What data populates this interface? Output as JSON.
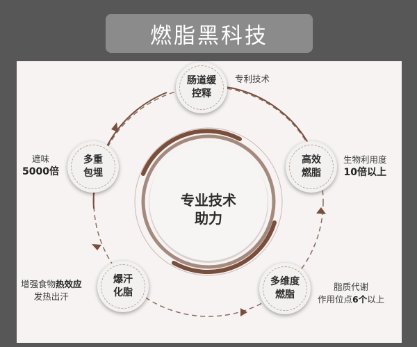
{
  "title": "燃脂黑科技",
  "center": {
    "text": "专业技术\n助力"
  },
  "nodes": {
    "top": "肠道缓\n控释",
    "right": "高效\n燃脂",
    "bottom_right": "多维度\n燃脂",
    "bottom_left": "爆汗\n化脂",
    "left": "多重\n包埋"
  },
  "notes": {
    "top": "专利技术",
    "right_line1": "生物利用度",
    "right_line2": "10倍以上",
    "bottom_right_line1": "脂质代谢",
    "bottom_right_line2_a": "作用位点",
    "bottom_right_line2_b": "6个",
    "bottom_right_line2_c": "以上",
    "bottom_left_line1_a": "增强食物",
    "bottom_left_line1_b": "热效应",
    "bottom_left_line2": "发热出汗",
    "left_line1": "遮味",
    "left_line2": "5000倍"
  },
  "colors": {
    "background": "#575757",
    "title_bar": "#8c8b8b",
    "panel": "#f6f3f2",
    "accent_brown": "#7a4e3c",
    "ring_tan": "#a48a7e"
  }
}
